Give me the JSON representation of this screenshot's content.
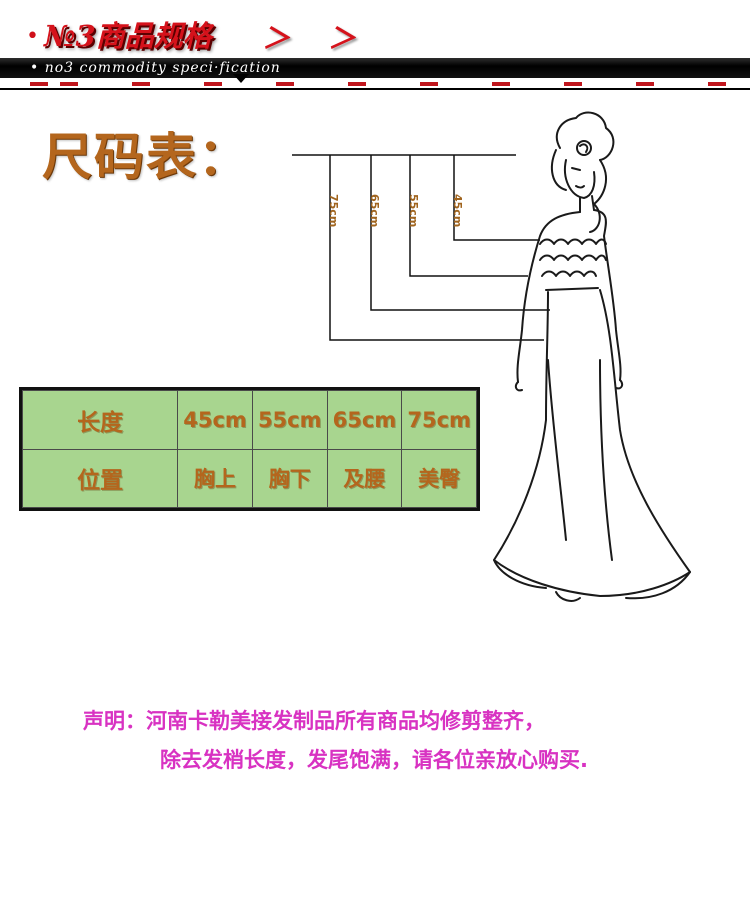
{
  "header": {
    "title": "№3商品规格",
    "arrows": "＞ ＞",
    "subtitle": "no3  commodity  speci·fication"
  },
  "size_chart": {
    "title": "尺码表：",
    "diagram_labels": [
      "75cm",
      "65cm",
      "55cm",
      "45cm"
    ],
    "table": {
      "row_headers": [
        "长度",
        "位置"
      ],
      "lengths": [
        "45cm",
        "55cm",
        "65cm",
        "75cm"
      ],
      "positions": [
        "胸上",
        "胸下",
        "及腰",
        "美臀"
      ]
    }
  },
  "statement": {
    "line1": "声明：河南卡勒美接发制品所有商品均修剪整齐，",
    "line2": "除去发梢长度，发尾饱满，请各位亲放心购买."
  },
  "colors": {
    "header_red": "#d5121b",
    "table_green": "#a8d58f",
    "label_brown": "#b4661d",
    "statement_magenta": "#d832c2"
  }
}
